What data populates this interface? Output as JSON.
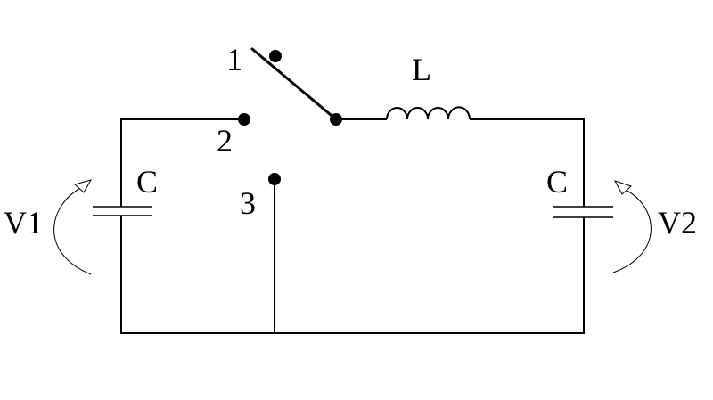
{
  "labels": {
    "terminal_1": "1",
    "terminal_2": "2",
    "terminal_3": "3",
    "inductor": "L",
    "capacitor_left": "C",
    "capacitor_right": "C",
    "voltage_left": "V1",
    "voltage_right": "V2"
  },
  "colors": {
    "line": "#000000",
    "background": "#ffffff"
  }
}
